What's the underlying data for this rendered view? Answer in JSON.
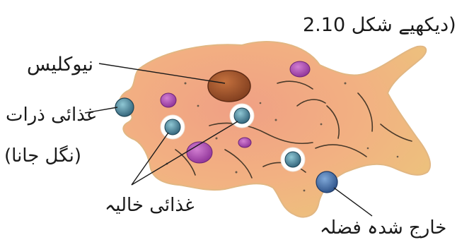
{
  "labels": {
    "title": "(دیکھیے شکل 2.10",
    "nucleus": "نیوکلیس",
    "food_particles": "غذائی ذرات",
    "engulfing": "(نگل جانا)",
    "food_vacuole": "غذائی خالیہ",
    "excreted_waste": "خارج شدہ فضلہ"
  },
  "colors": {
    "body_fill": "#f2a982",
    "body_edge": "#e9c27a",
    "nucleus": "#a2562e",
    "vacuole": "#b14fb5",
    "food": "#3f7f97",
    "waste": "#3d6fa6",
    "line": "#1a1a1a"
  }
}
